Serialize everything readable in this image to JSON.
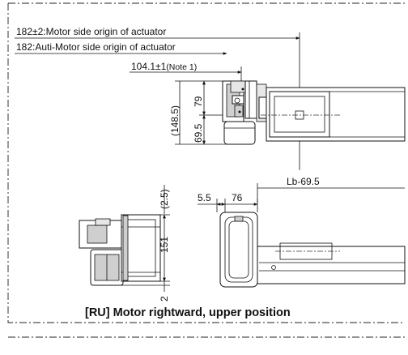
{
  "top_view": {
    "dim_motor_side": "182±2:Motor side origin of actuator",
    "dim_anti_motor_side": "182:Auti-Motor side origin of actuator",
    "dim_note": "104.1±1",
    "dim_note_ref": "(Note 1)",
    "dim_total_height": "(148.5)",
    "dim_79": "79",
    "dim_69_5": "69.5"
  },
  "side_view": {
    "dim_2_5": "(2.5)",
    "dim_151": "151",
    "dim_2": "2"
  },
  "end_view": {
    "dim_5_5": "5.5",
    "dim_76": "76",
    "dim_lb": "Lb-69.5"
  },
  "caption": "[RU] Motor rightward, upper position"
}
